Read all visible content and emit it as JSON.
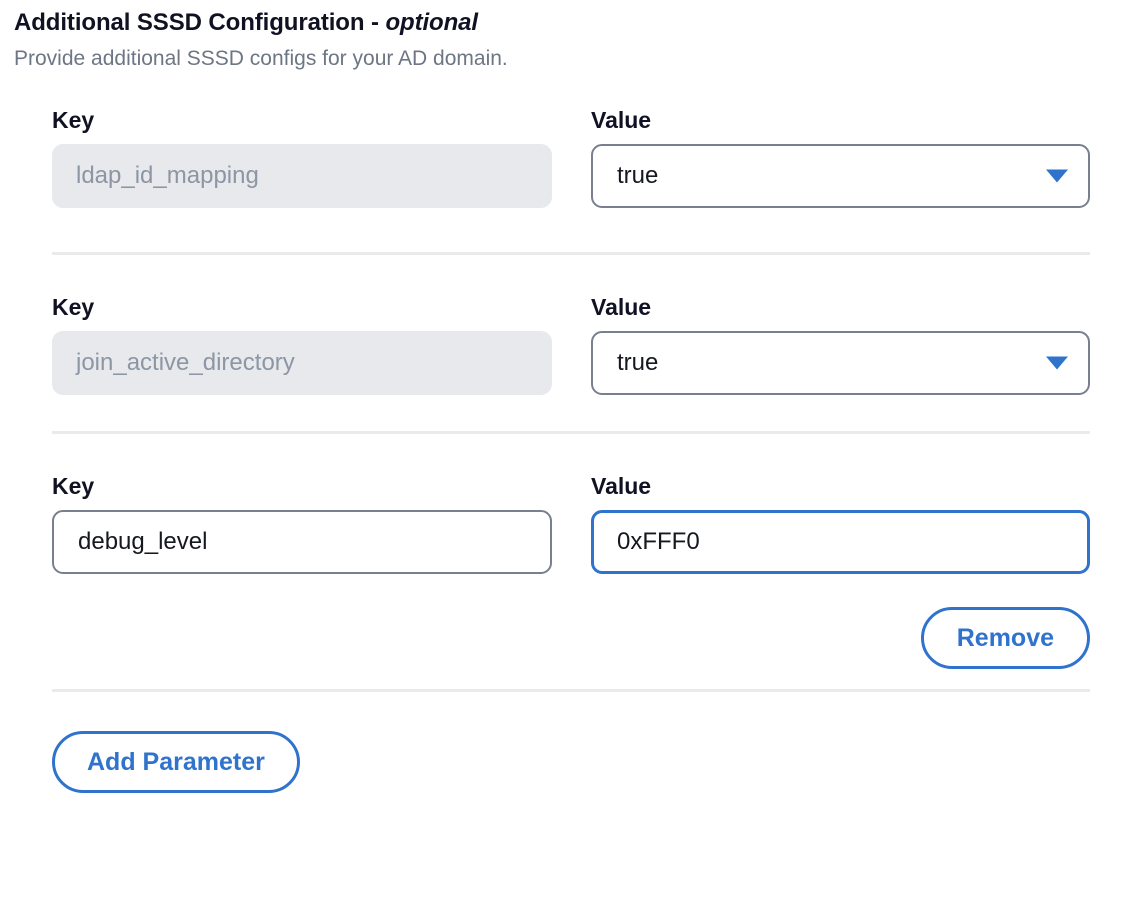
{
  "section": {
    "title_main": "Additional SSSD Configuration",
    "title_separator": " - ",
    "title_optional": "optional",
    "subtitle": "Provide additional SSSD configs for your AD domain."
  },
  "labels": {
    "key": "Key",
    "value": "Value"
  },
  "rows": [
    {
      "key_label": "Key",
      "key_value": "ldap_id_mapping",
      "key_state": "disabled",
      "value_label": "Value",
      "value_type": "select",
      "value_value": "true",
      "value_state": "normal"
    },
    {
      "key_label": "Key",
      "key_value": "join_active_directory",
      "key_state": "disabled",
      "value_label": "Value",
      "value_type": "select",
      "value_value": "true",
      "value_state": "normal"
    },
    {
      "key_label": "Key",
      "key_value": "debug_level",
      "key_state": "normal",
      "value_label": "Value",
      "value_type": "text",
      "value_value": "0xFFF0",
      "value_state": "focused"
    }
  ],
  "buttons": {
    "remove": "Remove",
    "add_parameter": "Add Parameter"
  },
  "icons": {
    "dropdown": "chevron-down-icon"
  },
  "colors": {
    "accent_blue": "#2f73cc",
    "border_gray": "#78808f",
    "disabled_bg": "#e7e9ec",
    "disabled_text": "#8c96a4",
    "divider": "#e9eaec",
    "heading_text": "#101223",
    "subtitle_text": "#6d7684"
  }
}
